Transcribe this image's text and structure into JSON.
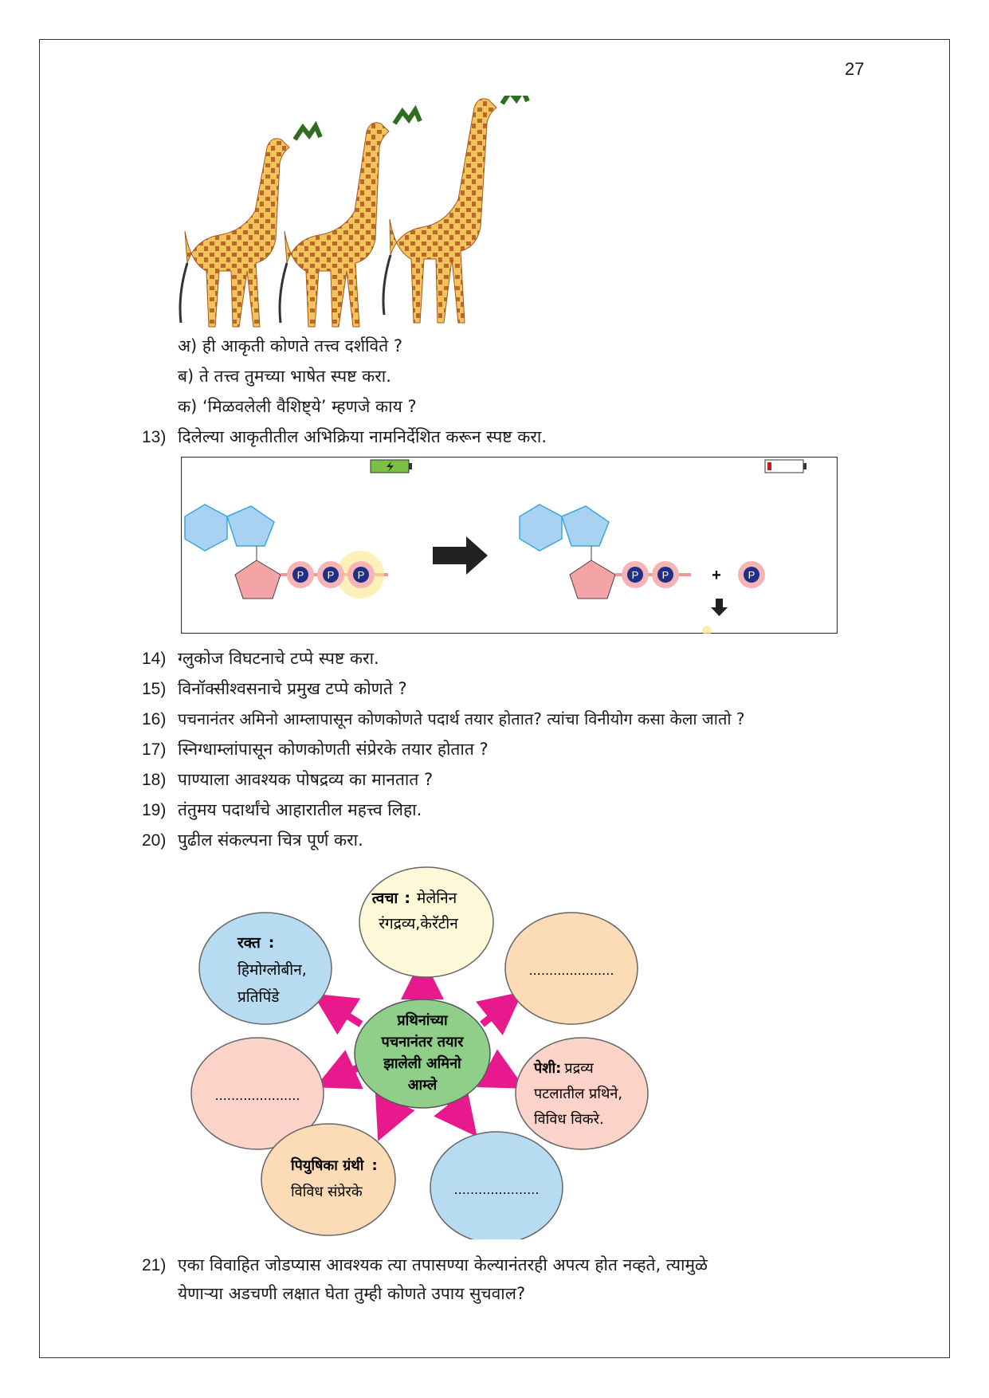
{
  "page_number": "27",
  "giraffe_questions": [
    "अ) ही आकृती कोणते तत्त्व दर्शविते ?",
    "ब) ते तत्त्व तुमच्या भाषेत स्पष्ट करा.",
    "क) ‘मिळवलेली वैशिष्ट्ये’ म्हणजे काय ?"
  ],
  "questions": [
    {
      "num": "13)",
      "text": "दिलेल्या आकृतीतील अभिक्रिया नामनिर्देशित करून स्पष्ट करा."
    },
    {
      "num": "14)",
      "text": "ग्लुकोज विघटनाचे टप्पे स्पष्ट करा."
    },
    {
      "num": "15)",
      "text": "विनॉक्सीश्वसनाचे प्रमुख टप्पे कोणते ?"
    },
    {
      "num": "16)",
      "text": "पचनानंतर अमिनो आम्लापासून कोणकोणते पदार्थ तयार होतात? त्यांचा विनीयोग कसा केला जातो ?"
    },
    {
      "num": "17)",
      "text": "स्निग्धाम्लांपासून कोणकोणती संप्रेरके तयार होतात ?"
    },
    {
      "num": "18)",
      "text": "पाण्याला आवश्यक पोषद्रव्य का मानतात ?"
    },
    {
      "num": "19)",
      "text": "तंतुमय पदार्थांचे आहारातील महत्त्व लिहा."
    },
    {
      "num": "20)",
      "text": "पुढील संकल्पना चित्र पूर्ण करा."
    },
    {
      "num": "21)",
      "text": "एका विवाहित जोडप्यास आवश्यक त्या तपासण्या केल्यानंतरही अपत्य होत नव्हते,  त्यामुळे",
      "text2": "येणाऱ्या अडचणी लक्षात घेता तुम्ही कोणते उपाय सुचवाल?"
    }
  ],
  "atp_diagram": {
    "phosphate_label": "P",
    "plus_sign": "+"
  },
  "concept_map": {
    "center": [
      "प्रथिनांच्या",
      "पचनानंतर तयार",
      "झालेली अमिनो",
      "आम्ले"
    ],
    "skin": {
      "label": "त्वचा",
      "sep": ":",
      "line1": "मेलेनिन",
      "line2": "रंगद्रव्य,केरॅटीन"
    },
    "blood": {
      "label": "रक्त",
      "sep": ":",
      "line1": "हिमोग्लोबीन,",
      "line2": "प्रतिपिंडे"
    },
    "cell": {
      "label": "पेशी:",
      "line1": "प्रद्रव्य",
      "line2": "पटलातील प्रथिने,",
      "line3": "विविध विकरे."
    },
    "pituitary": {
      "label": "पियुषिका ग्रंथी",
      "sep": ":",
      "line1": "विविध संप्रेरके"
    },
    "blank": ".....................",
    "colors": {
      "center": "#8fcf8a",
      "skin": "#fdf8d8",
      "blood": "#b7dcf2",
      "orange": "#fbdcb6",
      "pink": "#fbd3c8",
      "arrows": "#e8198c"
    }
  }
}
